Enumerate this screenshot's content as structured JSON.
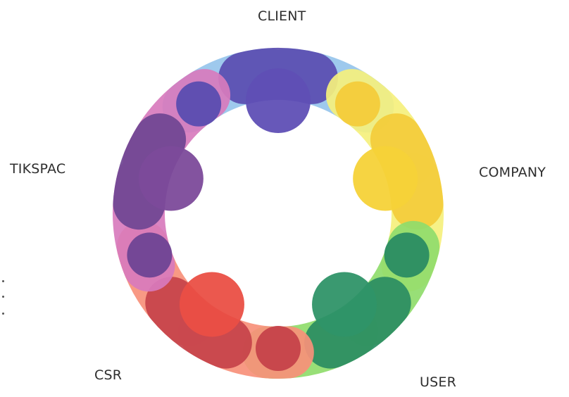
{
  "diagram": {
    "nodes": [
      {
        "id": "client",
        "label": "CLIENT",
        "colors": {
          "head": "#5f4fb5",
          "dark": "#5a4cb0",
          "light": "#96c4ec"
        }
      },
      {
        "id": "company",
        "label": "COMPANY",
        "colors": {
          "head": "#f6d238",
          "dark": "#f3cc3a",
          "light": "#f5f07d"
        }
      },
      {
        "id": "user",
        "label": "USER",
        "colors": {
          "head": "#2f9468",
          "dark": "#2a8c62",
          "light": "#8fdc6b"
        }
      },
      {
        "id": "csr",
        "label": "CSR",
        "colors": {
          "head": "#ea4f45",
          "dark": "#c5424a",
          "light": "#f7907a"
        }
      },
      {
        "id": "tikspac",
        "label": "TIKSPAC",
        "colors": {
          "head": "#7c4a9a",
          "dark": "#6f4593",
          "light": "#d87bbd"
        }
      }
    ]
  }
}
